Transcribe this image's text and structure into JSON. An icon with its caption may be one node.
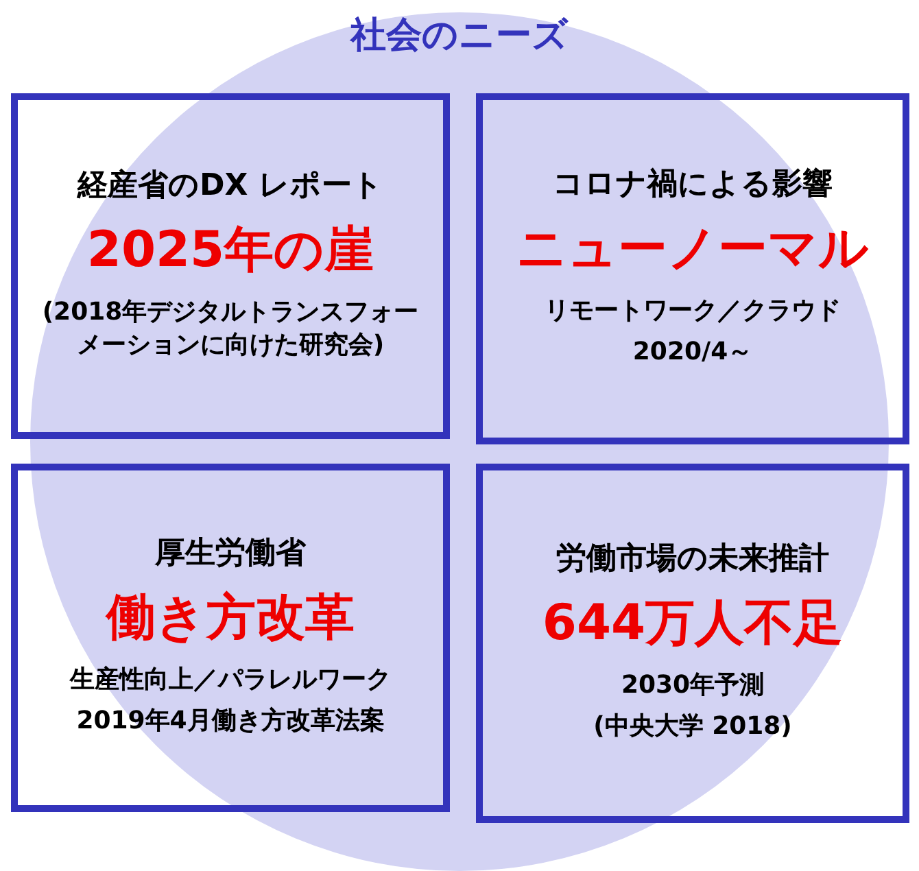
{
  "diagram": {
    "title": "社会のニーズ",
    "nodes": [
      {
        "text": [
          "経産省のDX レポート",
          "2025年の崖",
          "(2018年デジタルトランスフォーメーションに向けた研究会)"
        ]
      },
      {
        "text": [
          "コロナ禍による影響",
          "ニューノーマル",
          "リモートワーク／クラウド",
          "2020/4～"
        ]
      },
      {
        "text": [
          "厚生労働省",
          "働き方改革",
          "生産性向上／パラレルワーク",
          "2019年4月働き方改革法案"
        ]
      },
      {
        "text": [
          "労働市場の未来推計",
          "644万人不足",
          "2030年予測",
          "(中央大学 2018)"
        ]
      }
    ]
  }
}
